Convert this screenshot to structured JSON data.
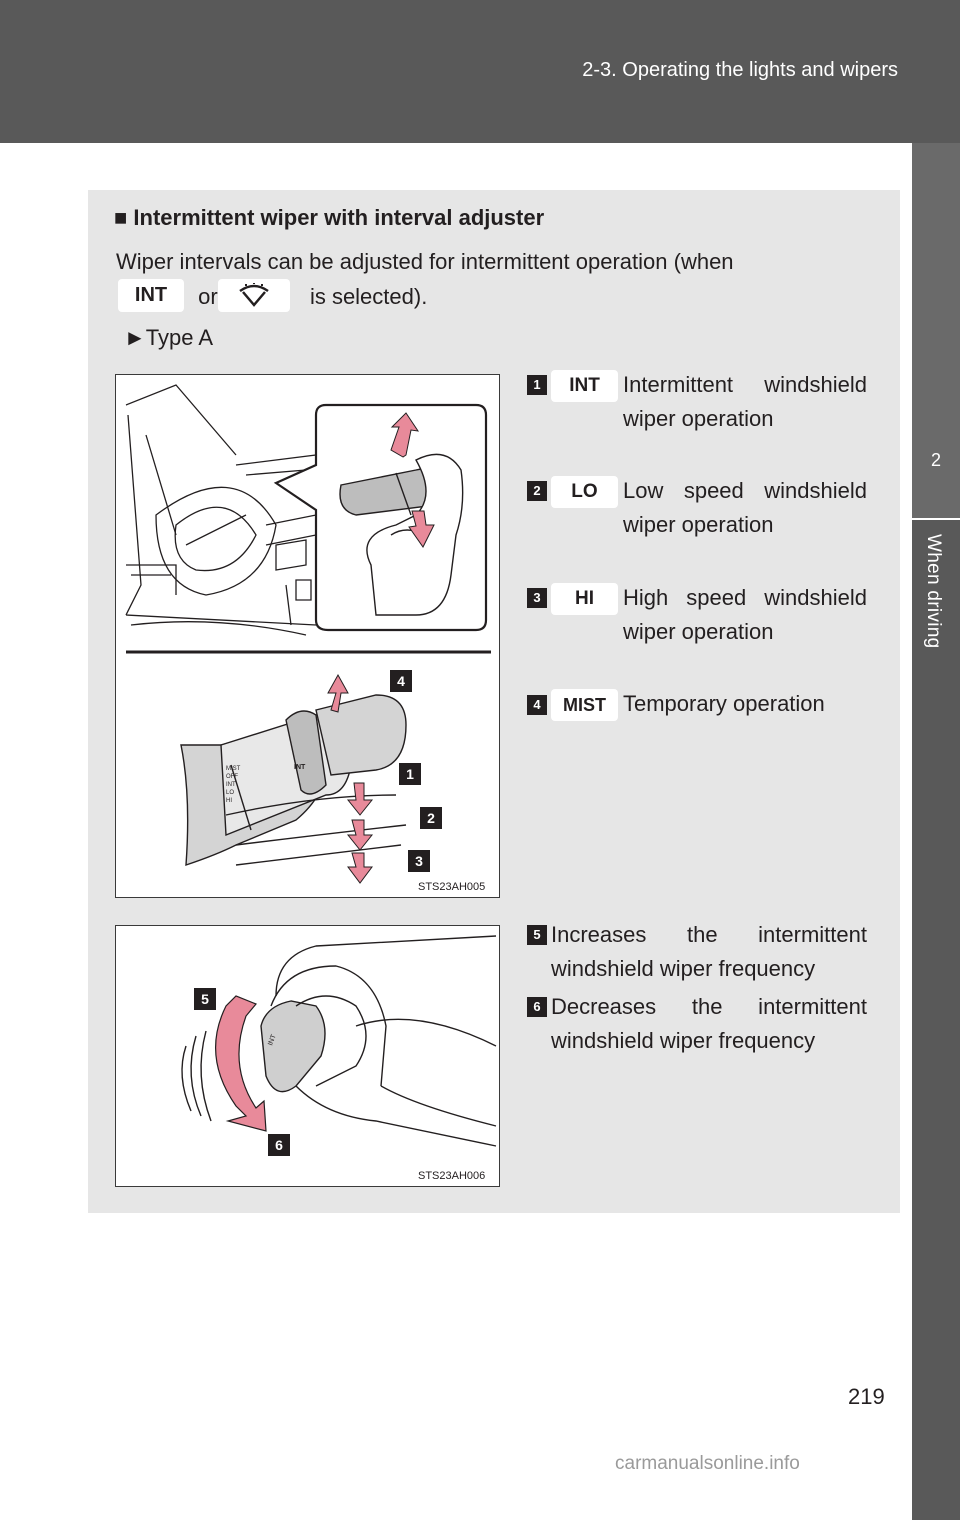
{
  "header": {
    "title": "2-3. Operating the lights and wipers"
  },
  "side_tab": {
    "number": "2",
    "label": "When driving"
  },
  "section": {
    "marker": "■",
    "heading": "Intermittent wiper with interval adjuster",
    "intro_line1": "Wiper intervals can be adjusted for intermittent operation (when",
    "intro_or": "or",
    "intro_end": "is selected).",
    "intro_chip": "INT",
    "type_label": "Type A",
    "type_marker": "►"
  },
  "figures": [
    {
      "code": "STS23AH005"
    },
    {
      "code": "STS23AH006"
    }
  ],
  "callouts": [
    "4",
    "1",
    "2",
    "3",
    "5",
    "6"
  ],
  "items": [
    {
      "num": "1",
      "chip": "INT",
      "text": "Intermittent windshield wiper operation"
    },
    {
      "num": "2",
      "chip": "LO",
      "text": "Low speed windshield wiper operation"
    },
    {
      "num": "3",
      "chip": "HI",
      "text": "High speed windshield wiper operation"
    },
    {
      "num": "4",
      "chip": "MIST",
      "text": "Temporary operation"
    }
  ],
  "items2": [
    {
      "num": "5",
      "text": "Increases the intermittent windshield wiper frequency"
    },
    {
      "num": "6",
      "text": "Decreases the intermittent windshield wiper frequency"
    }
  ],
  "page_number": "219",
  "watermark": "carmanualsonline.info",
  "icons": {
    "wiper": "wiper-mist-icon"
  },
  "colors": {
    "header": "#595959",
    "box": "#e6e6e6",
    "arrow": "#e88a9a"
  }
}
